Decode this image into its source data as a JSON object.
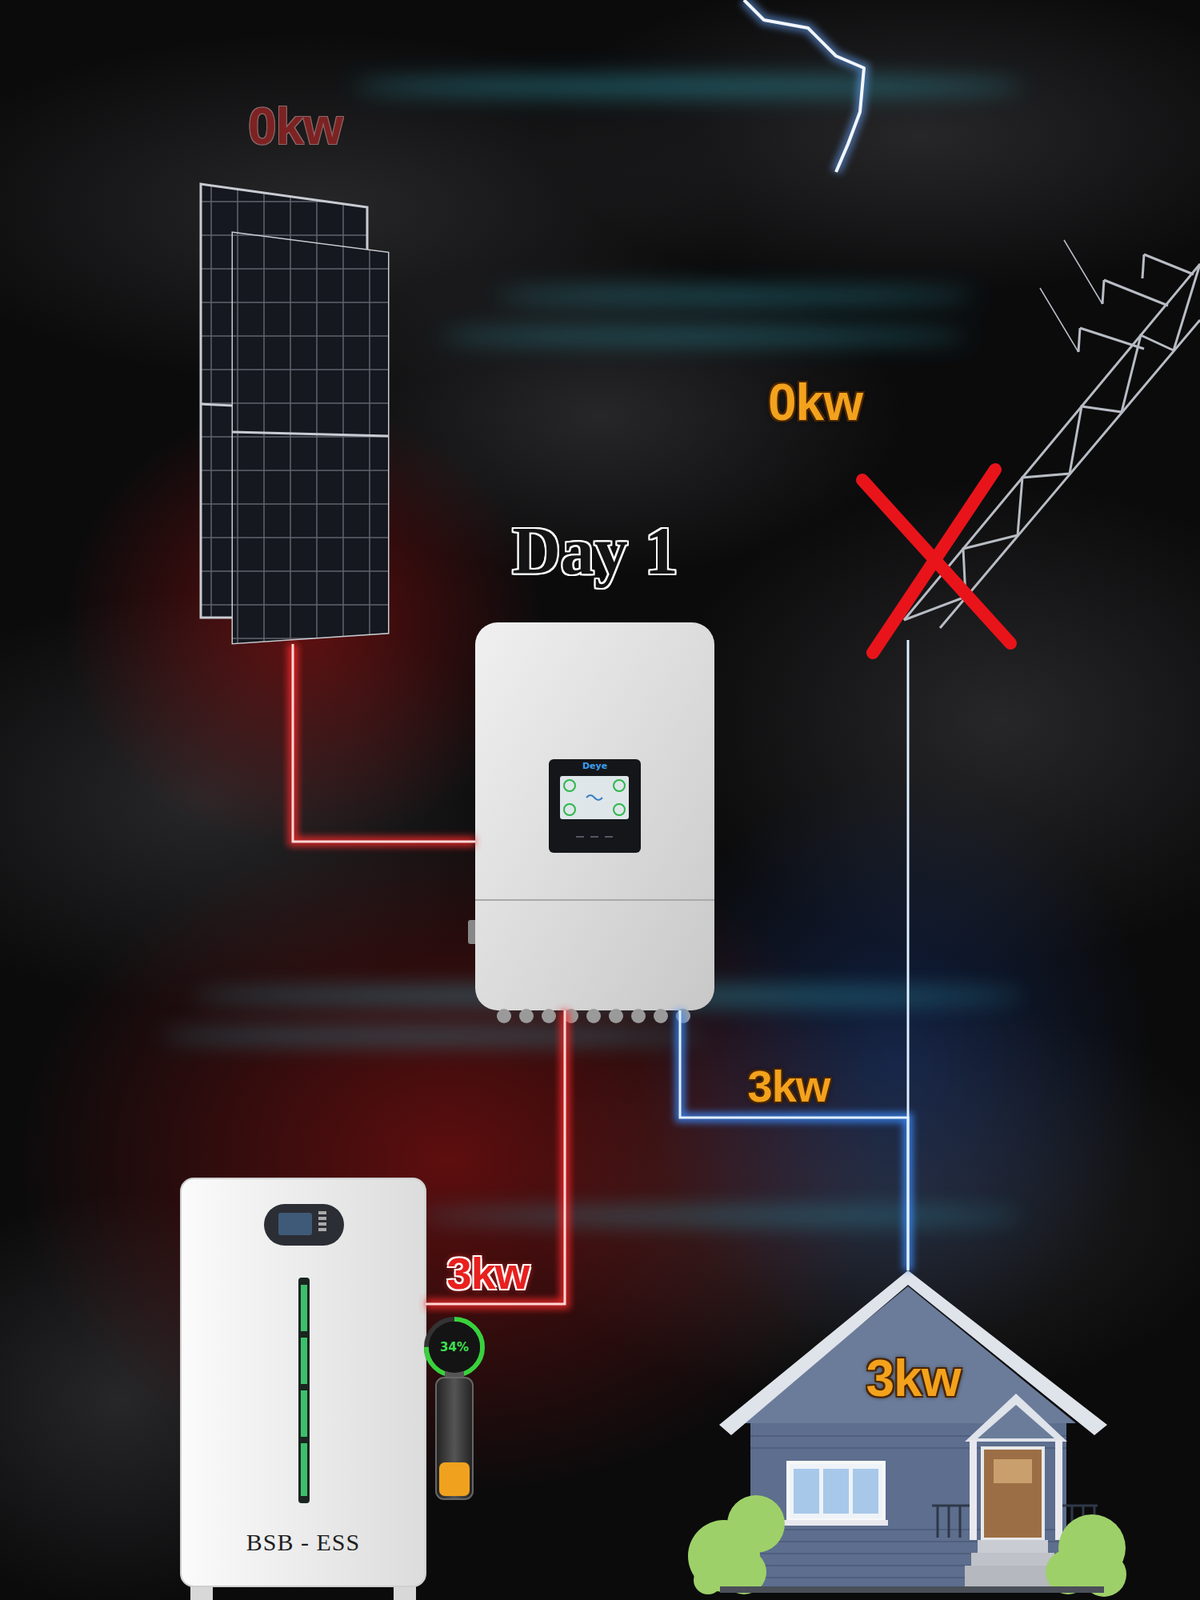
{
  "diagram": {
    "title": "Day 1",
    "nodes": [
      {
        "text": [
          "0kw"
        ]
      },
      {
        "text": [
          "0kw"
        ]
      },
      {
        "text": [
          "Deye"
        ]
      },
      {
        "text": [
          "BSB - ESS"
        ]
      },
      {
        "text": [
          "34%"
        ]
      },
      {
        "text": [
          "3kw"
        ]
      }
    ],
    "edges": [
      {
        "from": 0,
        "to": 2,
        "arrow": "none"
      },
      {
        "from": 2,
        "to": 3,
        "label": "3kw",
        "arrow": "none"
      },
      {
        "from": 2,
        "to": 5,
        "label": "3kw",
        "arrow": "none"
      },
      {
        "from": 1,
        "to": 5,
        "arrow": "none"
      }
    ]
  }
}
